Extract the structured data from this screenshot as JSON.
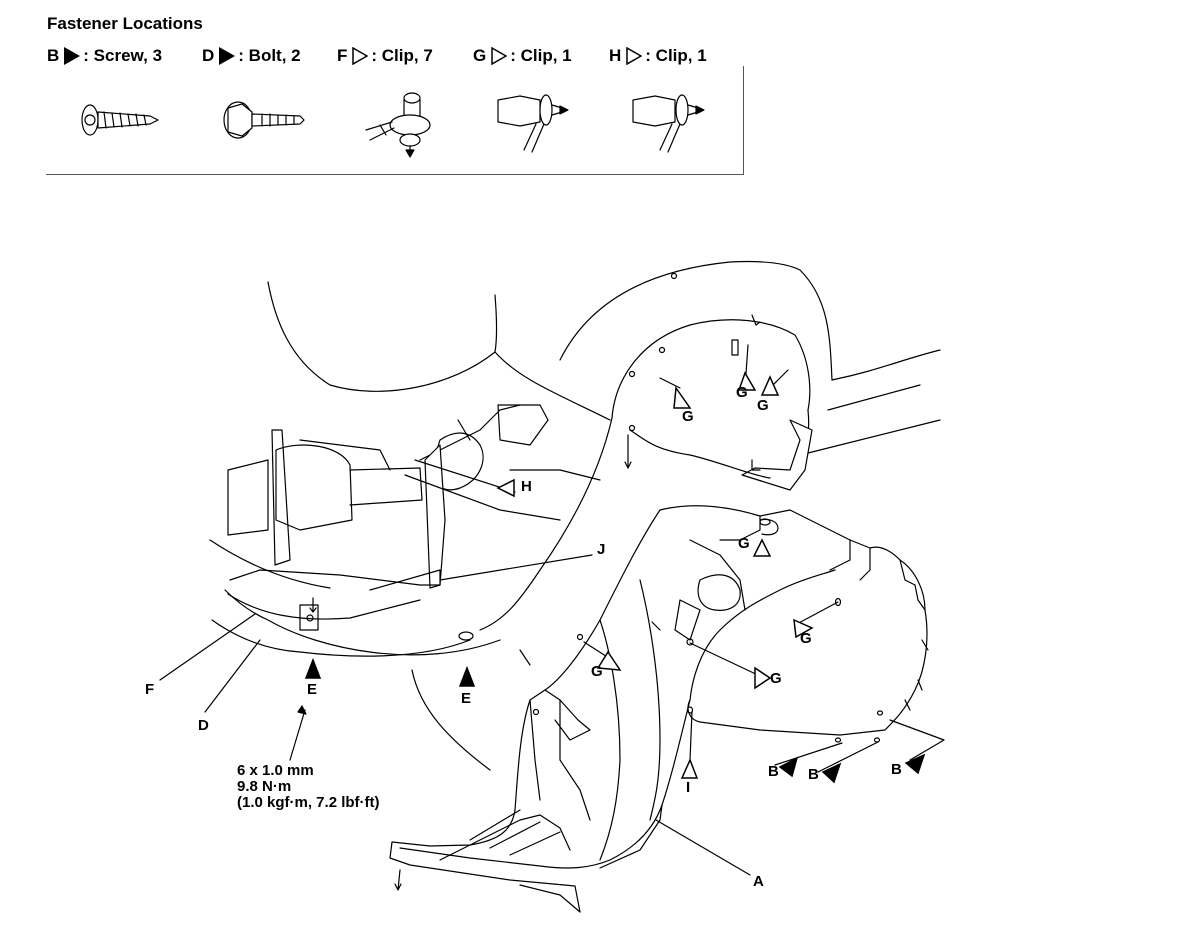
{
  "header": {
    "title": "Fastener Locations"
  },
  "fasteners": [
    {
      "code": "B",
      "marker": "solid",
      "text": ": Screw, 3"
    },
    {
      "code": "D",
      "marker": "solid",
      "text": ": Bolt, 2"
    },
    {
      "code": "F",
      "marker": "open",
      "text": ": Clip, 7"
    },
    {
      "code": "G",
      "marker": "open",
      "text": ": Clip, 1"
    },
    {
      "code": "H",
      "marker": "open",
      "text": ": Clip, 1"
    }
  ],
  "callouts": {
    "A": "A",
    "B1": "B",
    "B2": "B",
    "B3": "B",
    "D": "D",
    "E1": "E",
    "E2": "E",
    "F": "F",
    "G1": "G",
    "G2": "G",
    "G3": "G",
    "G4": "G",
    "G5": "G",
    "G6": "G",
    "G7": "G",
    "H": "H",
    "I": "I",
    "J": "J"
  },
  "spec": {
    "line1": "6 x 1.0 mm",
    "line2": "9.8 N·m",
    "line3": "(1.0 kgf·m, 7.2 lbf·ft)"
  }
}
